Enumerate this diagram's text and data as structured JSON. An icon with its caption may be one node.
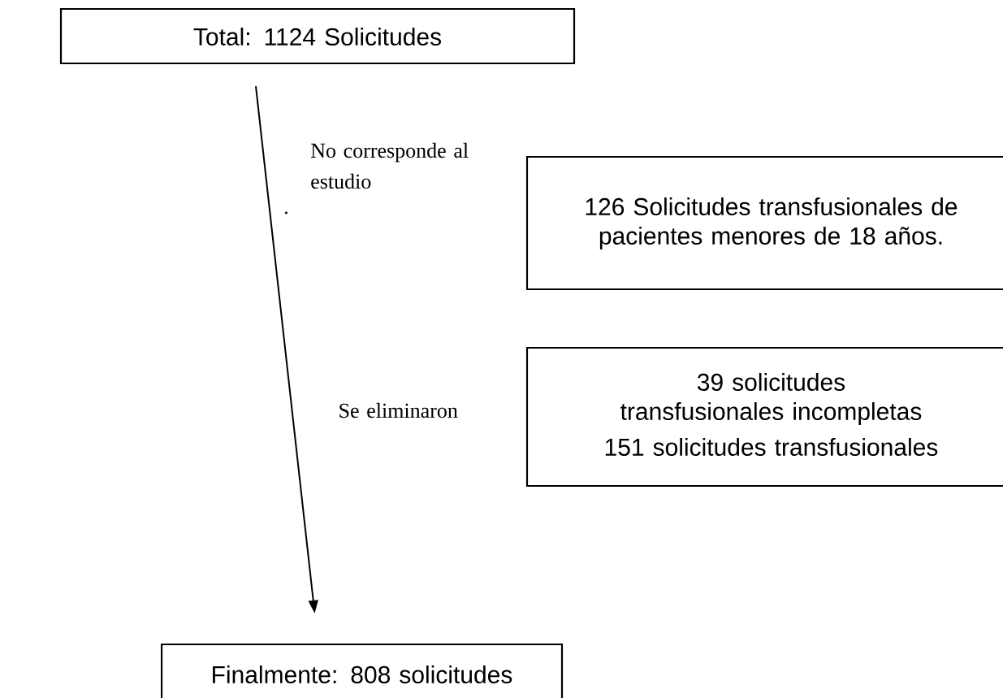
{
  "diagram": {
    "nodes": [
      {
        "text": [
          "Total: 1124 Solicitudes"
        ]
      },
      {
        "text": [
          "126 Solicitudes transfusionales de pacientes menores de 18 años."
        ]
      },
      {
        "text": [
          "39 solicitudes transfusionales incompletas",
          "151 solicitudes transfusionales"
        ]
      },
      {
        "text": [
          "Finalmente: 808 solicitudes"
        ]
      }
    ],
    "edges": [
      {
        "from": 0,
        "to": 3,
        "arrow": "to"
      }
    ],
    "labels": [
      "No corresponde al estudio",
      ".",
      "Se eliminaron"
    ]
  }
}
